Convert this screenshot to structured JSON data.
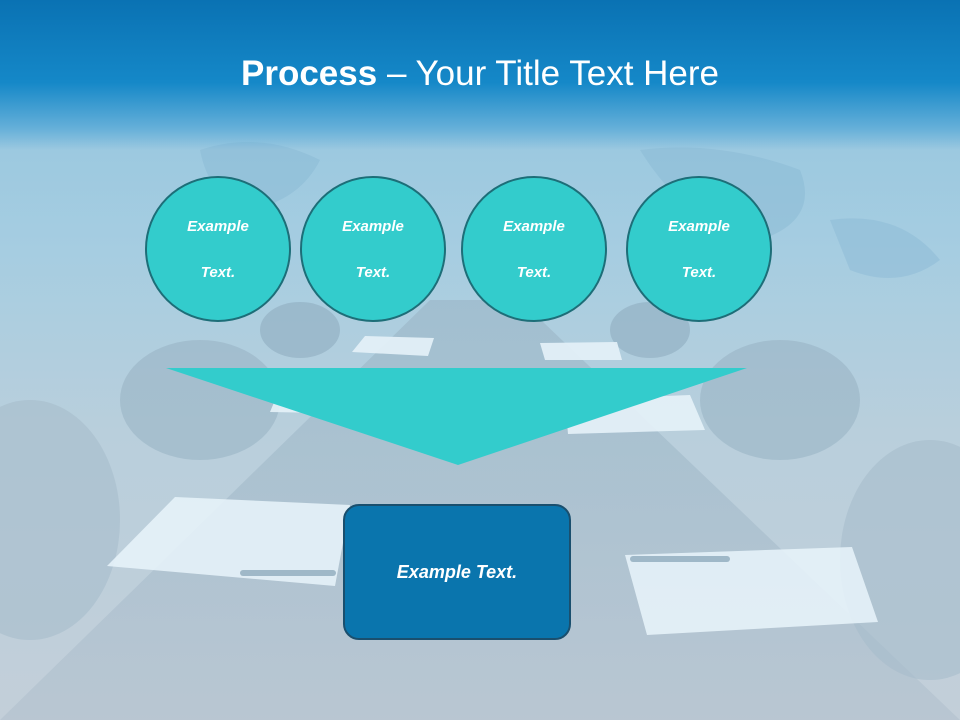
{
  "title": {
    "bold": "Process",
    "regular": " – Your Title Text Here"
  },
  "steps": [
    {
      "line1": "Example",
      "line2": "Text."
    },
    {
      "line1": "Example",
      "line2": "Text."
    },
    {
      "line1": "Example",
      "line2": "Text."
    },
    {
      "line1": "Example",
      "line2": "Text."
    }
  ],
  "result": {
    "label": "Example Text."
  },
  "colors": {
    "title_bar": "#0a72b3",
    "circle_fill": "#33cccc",
    "circle_border": "#1d6e78",
    "arrow_fill": "#33cccc",
    "result_fill": "#0a75ad"
  }
}
